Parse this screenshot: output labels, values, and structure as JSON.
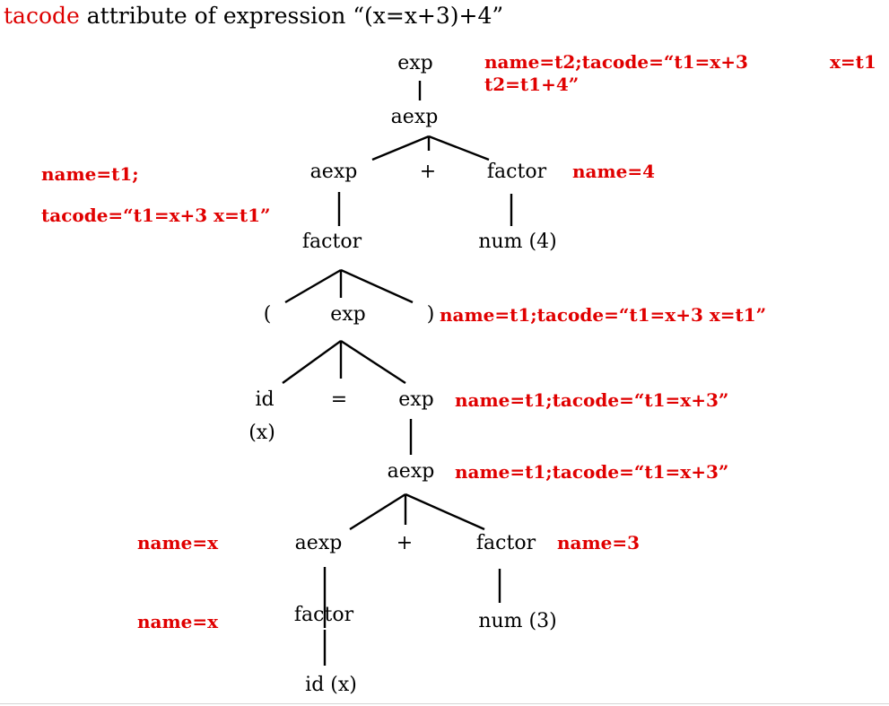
{
  "title": {
    "keyword": "tacode",
    "rest": " attribute of expression “(x=x+3)+4”"
  },
  "nodes": {
    "exp_root": "exp",
    "aexp_root": "aexp",
    "aexp_left": "aexp",
    "plus_top": "+",
    "factor_top": "factor",
    "factor_mid": "factor",
    "num4": "num (4)",
    "lparen": "(",
    "exp_mid": "exp",
    "rparen": ")",
    "id_x": "id",
    "id_x_val": "(x)",
    "equals": "=",
    "exp_inner": "exp",
    "aexp_inner": "aexp",
    "aexp_low": "aexp",
    "plus_low": "+",
    "factor_low": "factor",
    "factor_leaf": "factor",
    "num3": "num (3)",
    "id_x_leaf": "id (x)"
  },
  "annotations": {
    "root_line1": "name=t2;tacode=“t1=x+3",
    "root_xt1": "x=t1",
    "root_line2": "t2=t1+4”",
    "left_name": "name=t1;",
    "left_tacode": "tacode=“t1=x+3 x=t1”",
    "factor4": "name=4",
    "paren": "name=t1;tacode=“t1=x+3   x=t1”",
    "exp_inner": "name=t1;tacode=“t1=x+3”",
    "aexp_inner": "name=t1;tacode=“t1=x+3”",
    "aexp_low": "name=x",
    "factor_low": "name=3",
    "factor_leaf": "name=x"
  },
  "colors": {
    "annotation": "#e00000",
    "keyword": "#dd0000",
    "text": "#000000"
  }
}
